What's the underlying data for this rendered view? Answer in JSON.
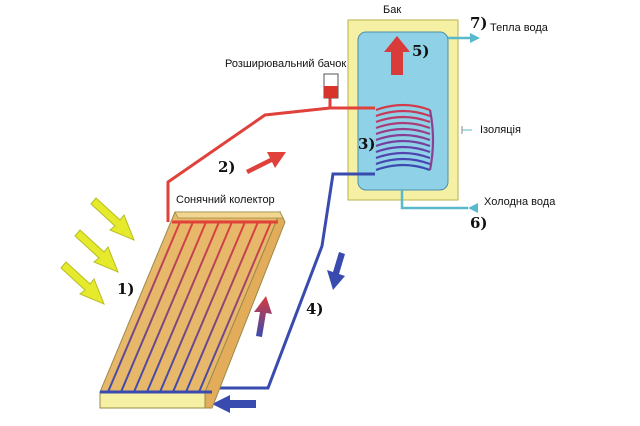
{
  "labels": {
    "tank": "Бак",
    "warm_water": "Тепла вода",
    "expansion_tank": "Розширювальний бачок",
    "insulation": "Ізоляція",
    "cold_water": "Холодна вода",
    "solar_collector": "Сонячний колектор"
  },
  "markers": {
    "m1": "1)",
    "m2": "2)",
    "m3": "3)",
    "m4": "4)",
    "m5": "5)",
    "m6": "6)",
    "m7": "7)"
  },
  "colors": {
    "hot": "#e0413a",
    "cold": "#3a4bb0",
    "tank_fill": "#8fd1e6",
    "insulation_fill": "#f6f0a4",
    "collector_fill": "#e8b86a",
    "sun_arrow": "#e6ea2c",
    "pipe_cyan": "#5ab8cc"
  }
}
